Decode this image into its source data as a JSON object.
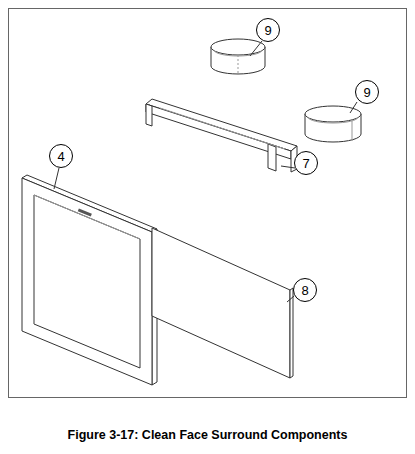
{
  "diagram": {
    "caption": "Figure 3-17: Clean Face Surround Components",
    "nodes": [
      {
        "text": [
          "9"
        ]
      },
      {
        "text": [
          "9"
        ]
      },
      {
        "text": [
          "4"
        ]
      },
      {
        "text": [
          "7"
        ]
      },
      {
        "text": [
          "8"
        ]
      }
    ]
  }
}
